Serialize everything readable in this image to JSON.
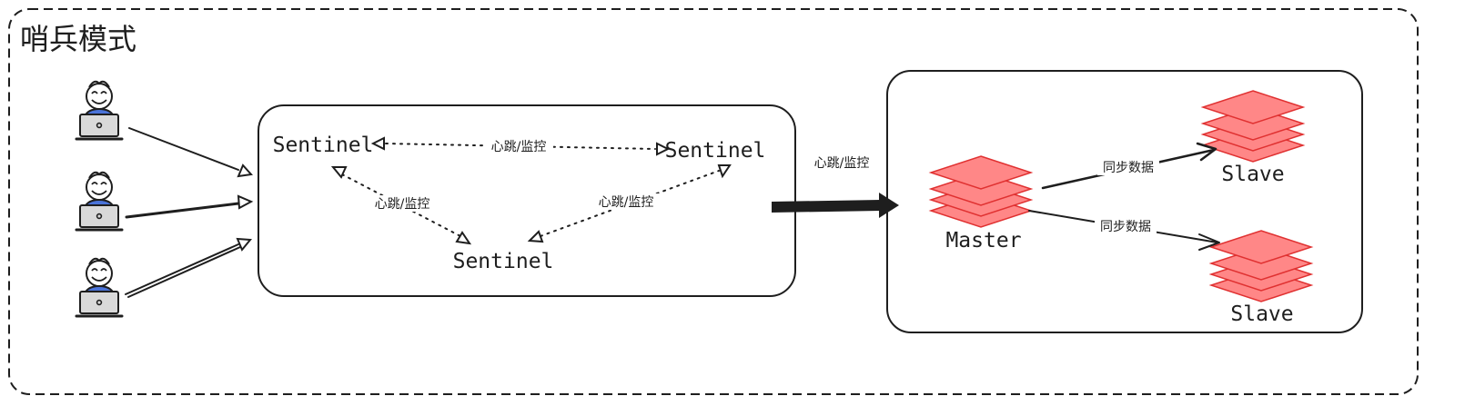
{
  "diagram": {
    "title": "哨兵模式",
    "colors": {
      "stroke": "#1e1e1e",
      "stack_fill": "#ff8787",
      "stack_stroke": "#e03131",
      "user_body": "#4a73d9",
      "laptop": "#d9d9d9"
    },
    "sentinels": [
      {
        "id": "sentinel-top-left",
        "label": "Sentinel"
      },
      {
        "id": "sentinel-top-right",
        "label": "Sentinel"
      },
      {
        "id": "sentinel-bottom",
        "label": "Sentinel"
      }
    ],
    "heartbeat_edges": [
      {
        "id": "heartbeat-top",
        "label": "心跳/监控"
      },
      {
        "id": "heartbeat-left",
        "label": "心跳/监控"
      },
      {
        "id": "heartbeat-right",
        "label": "心跳/监控"
      }
    ],
    "cluster_edge": {
      "label": "心跳/监控"
    },
    "master": {
      "label": "Master",
      "icon": "redis-stack-icon"
    },
    "slaves": [
      {
        "id": "slave-top",
        "label": "Slave",
        "icon": "redis-stack-icon"
      },
      {
        "id": "slave-bottom",
        "label": "Slave",
        "icon": "redis-stack-icon"
      }
    ],
    "replication_edges": [
      {
        "id": "sync-top",
        "label": "同步数据"
      },
      {
        "id": "sync-bottom",
        "label": "同步数据"
      }
    ],
    "clients": [
      {
        "id": "client-1",
        "icon": "user-laptop-icon"
      },
      {
        "id": "client-2",
        "icon": "user-laptop-icon"
      },
      {
        "id": "client-3",
        "icon": "user-laptop-icon"
      }
    ]
  }
}
